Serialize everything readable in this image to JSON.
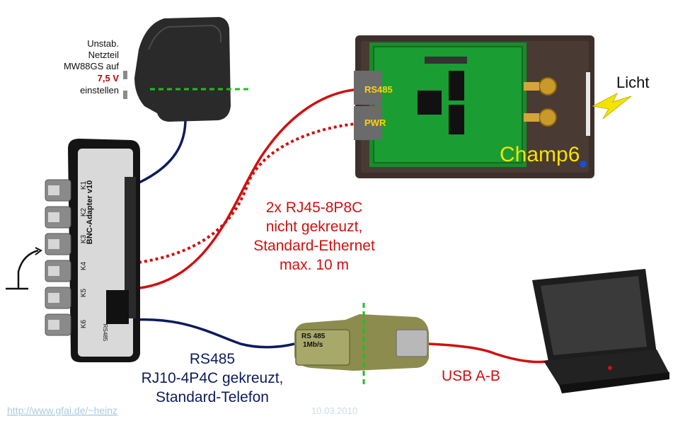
{
  "power_supply": {
    "lines": [
      "Unstab.",
      "Netzteil",
      "MW88GS auf"
    ],
    "voltage": "7,5 V",
    "last": "einstellen"
  },
  "champ": {
    "port_rs485": "RS485",
    "port_pwr": "PWR",
    "name": "Champ6",
    "light_label": "Licht"
  },
  "ethernet_cable": {
    "lines": [
      "2x RJ45-8P8C",
      "nicht gekreuzt,",
      "Standard-Ethernet",
      "max. 10 m"
    ]
  },
  "phone_cable": {
    "lines": [
      "RS485",
      "RJ10-4P4C gekreuzt,",
      "Standard-Telefon"
    ]
  },
  "usb_cable": {
    "label": "USB A-B"
  },
  "adapter": {
    "label": "BNC-Adapter v10",
    "channels": [
      "K1",
      "K2",
      "K3",
      "K4",
      "K5",
      "K6"
    ],
    "side_rs485": "RS485"
  },
  "converter": {
    "label": "RS 485",
    "speed": "1Mb/s"
  },
  "footer": {
    "url": "http://www.gfai.de/~heinz",
    "date": "10.03.2010"
  },
  "colors": {
    "red_cable": "#d01010",
    "navy_cable": "#0d1b5c",
    "green_marker": "#1fbf1f",
    "label_yellow": "#f4e300"
  }
}
